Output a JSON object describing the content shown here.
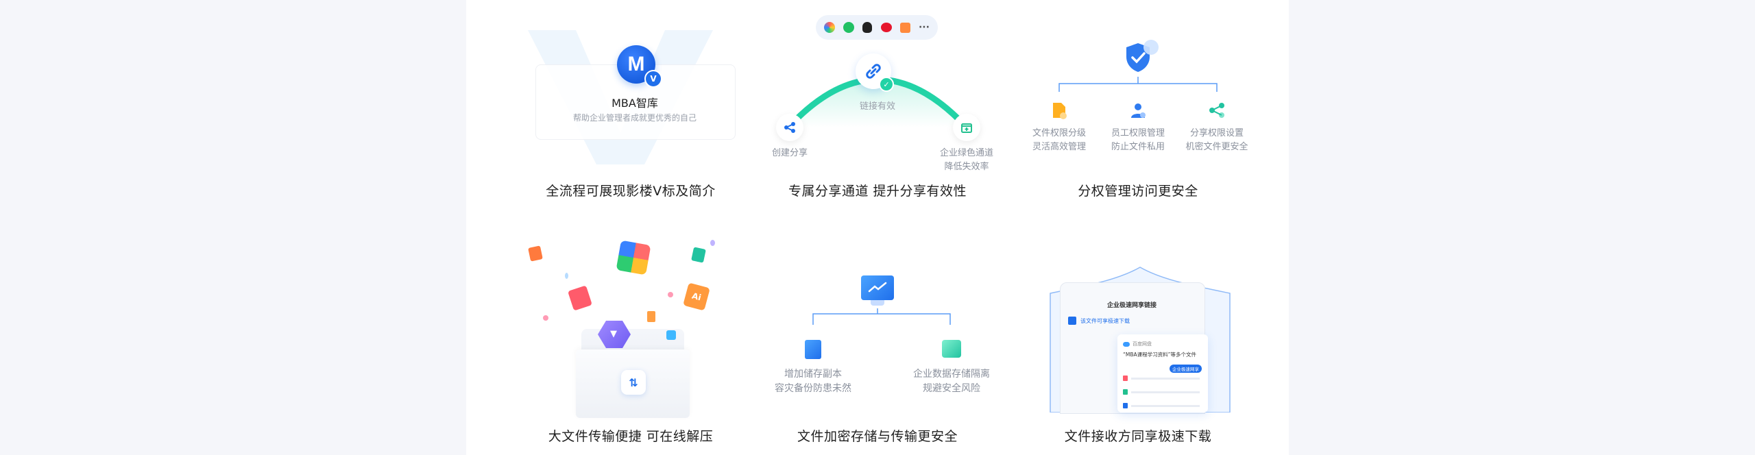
{
  "colors": {
    "brand_blue": "#1f6feb",
    "teal": "#22d3a6",
    "muted_text": "#9aa0ab"
  },
  "cards": {
    "watermark": {
      "title": "全流程可展现影楼V标及简介",
      "brand_name": "MBA智库",
      "brand_slogan": "帮助企业管理者成就更优秀的自己",
      "logo_letter": "M",
      "badge_letter": "V",
      "icon": "brand-logo-icon"
    },
    "share_channel": {
      "title": "专属分享通道 提升分享有效性",
      "link_valid": "链接有效",
      "create_share": "创建分享",
      "enterprise_channel_line1": "企业绿色通道",
      "enterprise_channel_line2": "降低失效率",
      "share_targets": [
        "photos-icon",
        "wechat-icon",
        "qq-icon",
        "weibo-icon",
        "pictures-icon",
        "more-icon"
      ]
    },
    "permissions": {
      "title": "分权管理访问更安全",
      "items": [
        {
          "line1": "文件权限分级",
          "line2": "灵活高效管理",
          "icon": "file-permission-icon"
        },
        {
          "line1": "员工权限管理",
          "line2": "防止文件私用",
          "icon": "user-permission-icon"
        },
        {
          "line1": "分享权限设置",
          "line2": "机密文件更安全",
          "icon": "share-permission-icon"
        }
      ]
    },
    "big_file": {
      "title": "大文件传输便捷 可在线解压"
    },
    "encryption": {
      "title": "文件加密存储与传输更安全",
      "left_line1": "增加储存副本",
      "left_line2": "容灾备份防患未然",
      "right_line1": "企业数据存储隔离",
      "right_line2": "规避安全风险"
    },
    "receive": {
      "title": "文件接收方同享极速下载",
      "phone_header": "企业极速网享链接",
      "phone_row": "该文件可享极速下载",
      "sub_header": "百度网盘",
      "sub_title": "“MBA课程学习资料”等多个文件",
      "sub_badge": "企业极速网享"
    }
  }
}
